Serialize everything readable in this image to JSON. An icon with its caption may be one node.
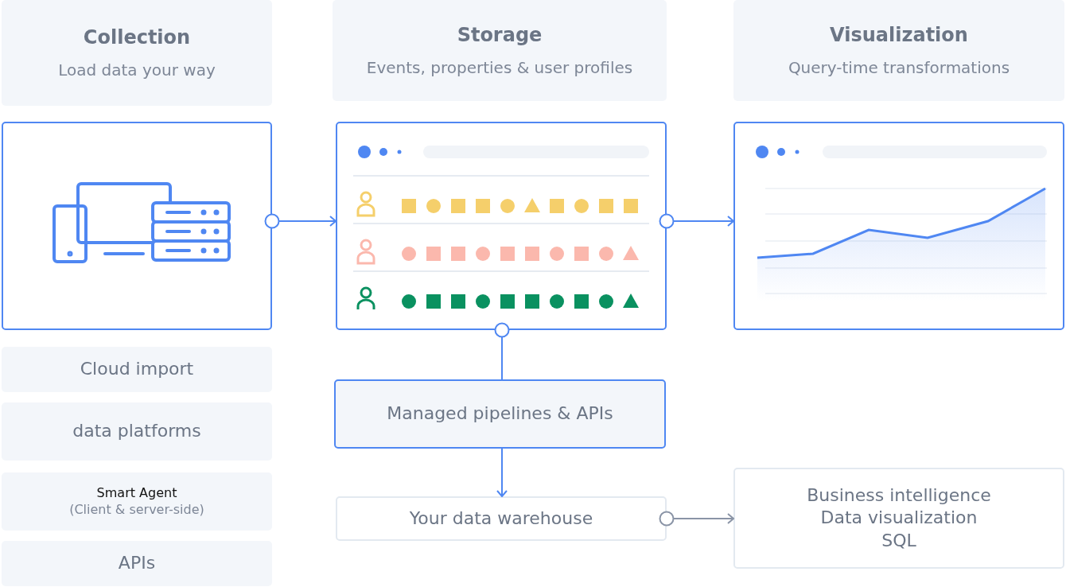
{
  "diagram": {
    "nodes": [
      {
        "text": [
          "Collection",
          "Load data your way"
        ]
      },
      {
        "text": [
          "Storage",
          "Events, properties & user profiles"
        ]
      },
      {
        "text": [
          "Visualization",
          "Query-time transformations"
        ]
      },
      {
        "text": [],
        "shape": "picture"
      },
      {
        "text": [],
        "shape": "picture"
      },
      {
        "text": [],
        "shape": "picture"
      },
      {
        "text": [
          "Cloud import"
        ]
      },
      {
        "text": [
          "data platforms"
        ]
      },
      {
        "text": [
          "Smart Agent",
          "(Client & server-side)"
        ]
      },
      {
        "text": [
          "APIs"
        ]
      },
      {
        "text": [
          "Managed pipelines & APIs"
        ]
      },
      {
        "text": [
          "Your data warehouse"
        ]
      },
      {
        "text": [
          "Business intelligence",
          "Data visualization",
          "SQL"
        ]
      }
    ],
    "edges": [
      {
        "from": 3,
        "to": 4,
        "arrow": "to"
      },
      {
        "from": 4,
        "to": 5,
        "arrow": "to"
      },
      {
        "from": 4,
        "to": 10,
        "arrow": "other"
      },
      {
        "from": 10,
        "to": 11,
        "arrow": "to"
      },
      {
        "from": 11,
        "to": 12,
        "arrow": "to",
        "color": "#8a94a6"
      }
    ]
  }
}
